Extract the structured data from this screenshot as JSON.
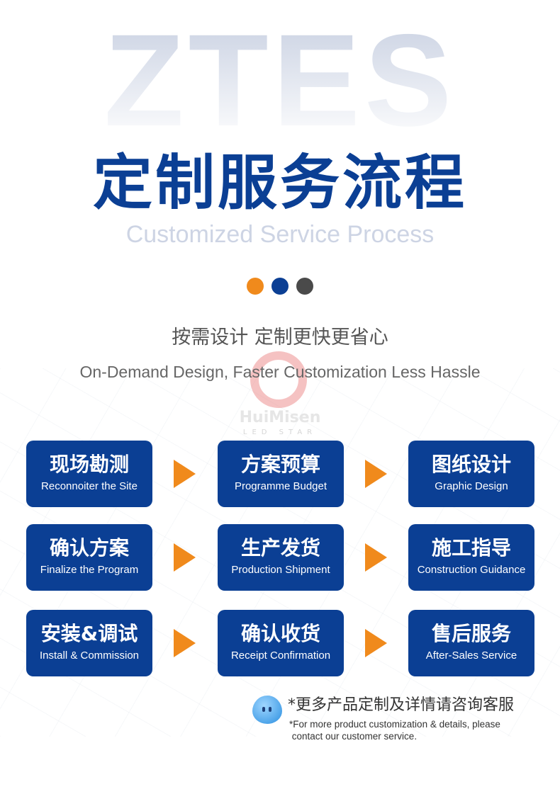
{
  "header": {
    "watermark": "ZTES",
    "title": "定制服务流程",
    "subtitle": "Customized Service Process"
  },
  "dots": [
    {
      "color": "#f08a1c"
    },
    {
      "color": "#0b3f94"
    },
    {
      "color": "#4a4a4a"
    }
  ],
  "slogan": {
    "cn": "按需设计 定制更快更省心",
    "en": "On-Demand Design, Faster Customization Less Hassle"
  },
  "logo": {
    "name": "HuiMisen",
    "tag": "LED STAR"
  },
  "steps": [
    {
      "cn": "现场勘测",
      "en": "Reconnoiter the Site"
    },
    {
      "cn": "方案预算",
      "en": "Programme Budget"
    },
    {
      "cn": "图纸设计",
      "en": "Graphic Design"
    },
    {
      "cn": "确认方案",
      "en": "Finalize the Program"
    },
    {
      "cn": "生产发货",
      "en": "Production Shipment"
    },
    {
      "cn": "施工指导",
      "en": "Construction Guidance"
    },
    {
      "cn": "安装&调试",
      "en": "Install & Commission"
    },
    {
      "cn": "确认收货",
      "en": "Receipt Confirmation"
    },
    {
      "cn": "售后服务",
      "en": "After-Sales Service"
    }
  ],
  "note": {
    "cn": "*更多产品定制及详情请咨询客服",
    "en1": "*For more product customization & details, please",
    "en2": " contact our customer service."
  },
  "colors": {
    "primary": "#0b3f94",
    "accent": "#f08a1c"
  }
}
